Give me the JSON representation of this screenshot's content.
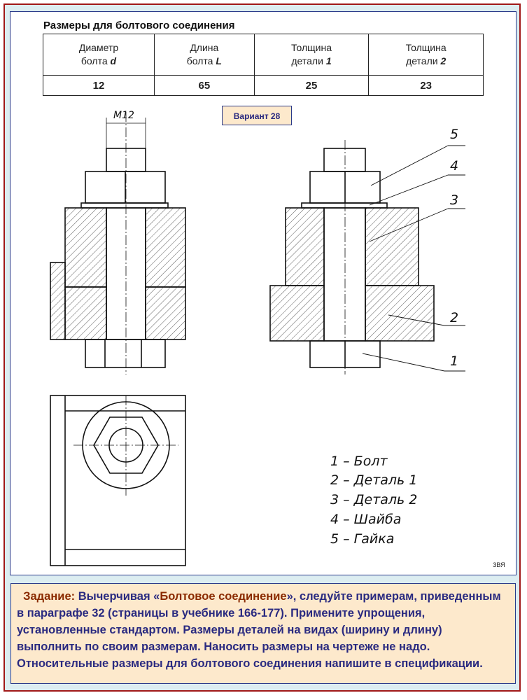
{
  "title": "Размеры для болтового соединения",
  "table": {
    "headers": [
      [
        "Диаметр",
        "болта",
        "d"
      ],
      [
        "Длина",
        "болта",
        "L"
      ],
      [
        "Толщина",
        "детали",
        "1"
      ],
      [
        "Толщина",
        "детали",
        "2"
      ]
    ],
    "values": [
      "12",
      "65",
      "25",
      "23"
    ]
  },
  "variant": "Вариант 28",
  "drawing": {
    "dimension": "M12",
    "callouts": [
      "5",
      "4",
      "3",
      "2",
      "1"
    ],
    "legend": [
      "1 – Болт",
      "2 – Деталь 1",
      "3 – Деталь 2",
      "4 – Шайба",
      "5 – Гайка"
    ]
  },
  "author": "ЗВЯ",
  "task": {
    "label": "Задание:",
    "t1": " Вычерчивая «",
    "highlight": "Болтовое соединение",
    "t2": "», следуйте примерам, приведенным  в параграфе 32 (страницы в учебнике 166-177). Примените упрощения, установленные стандартом. Размеры деталей на видах (ширину и длину) выполнить по своим размерам. Наносить размеры  на чертеже не надо. Относительные размеры для болтового соединения напишите в спецификации."
  }
}
